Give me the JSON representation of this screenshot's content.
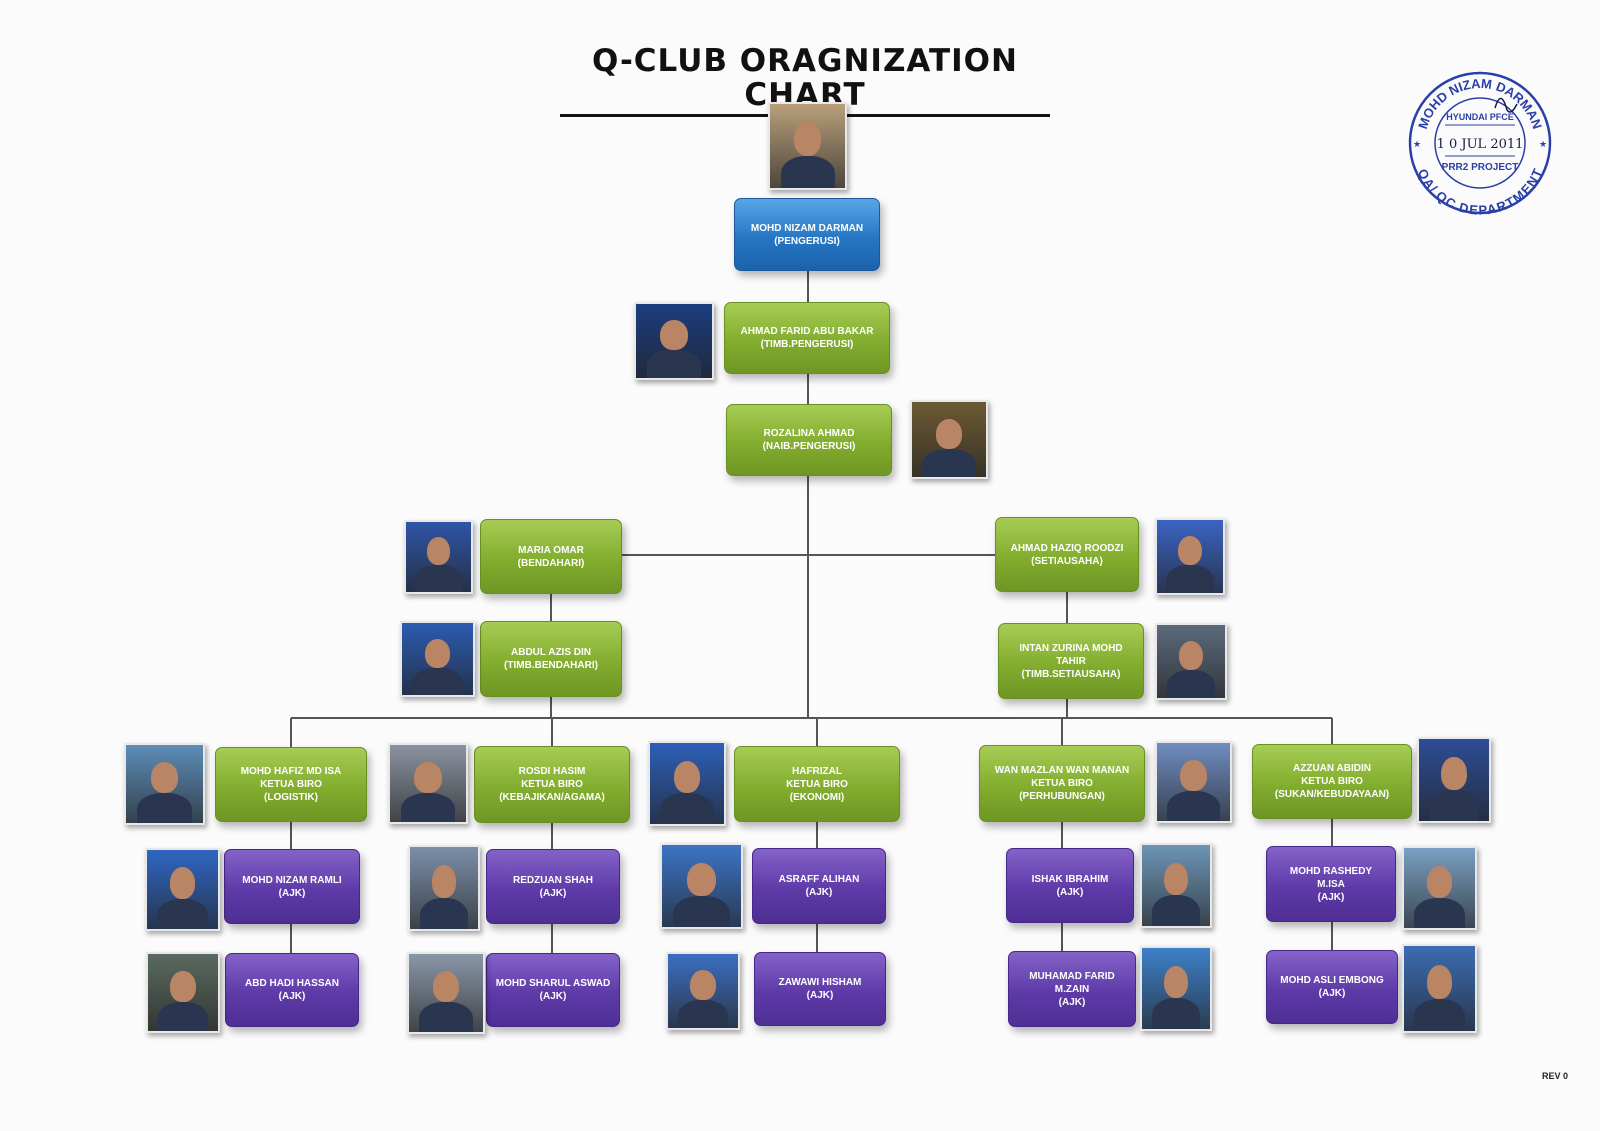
{
  "title": "Q-CLUB ORAGNIZATION CHART",
  "stamp": {
    "top_text": "MOHD NIZAM DARMAN",
    "bottom_text": "QA/ QC DEPARTMENT",
    "company": "HYUNDAI PFCE",
    "date": "1 0 JUL 2011",
    "project": "PRR2 PROJECT",
    "color": "#2a3fa8"
  },
  "revision": "REV 0",
  "colors": {
    "chair": "#2776c4",
    "officer": "#82ad2e",
    "committee": "#5e3aa8",
    "connector": "#555555"
  },
  "nodes": [
    {
      "id": "chair",
      "lines": [
        "MOHD NIZAM DARMAN",
        "(PENGERUSI)"
      ],
      "kind": "blue",
      "photo": "photo-chairman"
    },
    {
      "id": "vchair",
      "lines": [
        "AHMAD FARID ABU BAKAR",
        "(TIMB.PENGERUSI)"
      ],
      "kind": "green",
      "photo": "photo-vice-chairman"
    },
    {
      "id": "naib",
      "lines": [
        "ROZALINA AHMAD",
        "(NAIB.PENGERUSI)"
      ],
      "kind": "green",
      "photo": "photo-naib-pengerusi"
    },
    {
      "id": "bend",
      "lines": [
        "MARIA OMAR",
        "(BENDAHARI)"
      ],
      "kind": "green",
      "photo": "photo-bendahari"
    },
    {
      "id": "setia",
      "lines": [
        "AHMAD HAZIQ ROODZI",
        "(SETIAUSAHA)"
      ],
      "kind": "green",
      "photo": "photo-setiausaha"
    },
    {
      "id": "tbend",
      "lines": [
        "ABDUL AZIS DIN",
        "(TIMB.BENDAHARI)"
      ],
      "kind": "green",
      "photo": "photo-timb-bendahari"
    },
    {
      "id": "tsetia",
      "lines": [
        "INTAN ZURINA MOHD",
        "TAHIR",
        "(TIMB.SETIAUSAHA)"
      ],
      "kind": "green",
      "photo": "photo-timb-setiausaha"
    },
    {
      "id": "b1",
      "lines": [
        "MOHD HAFIZ MD ISA",
        "KETUA BIRO",
        "(LOGISTIK)"
      ],
      "kind": "green",
      "photo": "photo-biro-logistik"
    },
    {
      "id": "b2",
      "lines": [
        "ROSDI HASIM",
        "KETUA BIRO",
        "(KEBAJIKAN/AGAMA)"
      ],
      "kind": "green",
      "photo": "photo-biro-kebajikan"
    },
    {
      "id": "b3",
      "lines": [
        "HAFRIZAL",
        "KETUA BIRO",
        "(EKONOMI)"
      ],
      "kind": "green",
      "photo": "photo-biro-ekonomi"
    },
    {
      "id": "b4",
      "lines": [
        "WAN MAZLAN WAN MANAN",
        "KETUA BIRO",
        "(PERHUBUNGAN)"
      ],
      "kind": "green",
      "photo": "photo-biro-perhubungan"
    },
    {
      "id": "b5",
      "lines": [
        "AZZUAN ABIDIN",
        "KETUA BIRO",
        "(SUKAN/KEBUDAYAAN)"
      ],
      "kind": "green",
      "photo": "photo-biro-sukan"
    },
    {
      "id": "a11",
      "lines": [
        "MOHD NIZAM RAMLI",
        "(AJK)"
      ],
      "kind": "purple",
      "photo": "photo-ajk"
    },
    {
      "id": "a21",
      "lines": [
        "REDZUAN SHAH",
        "(AJK)"
      ],
      "kind": "purple",
      "photo": "photo-ajk"
    },
    {
      "id": "a31",
      "lines": [
        "ASRAFF ALIHAN",
        "(AJK)"
      ],
      "kind": "purple",
      "photo": "photo-ajk"
    },
    {
      "id": "a41",
      "lines": [
        "ISHAK IBRAHIM",
        "(AJK)"
      ],
      "kind": "purple",
      "photo": "photo-ajk"
    },
    {
      "id": "a51",
      "lines": [
        "MOHD RASHEDY M.ISA",
        "(AJK)"
      ],
      "kind": "purple",
      "photo": "photo-ajk"
    },
    {
      "id": "a12",
      "lines": [
        "ABD HADI HASSAN",
        "(AJK)"
      ],
      "kind": "purple",
      "photo": "photo-ajk"
    },
    {
      "id": "a22",
      "lines": [
        "MOHD SHARUL ASWAD",
        "(AJK)"
      ],
      "kind": "purple",
      "photo": "photo-ajk"
    },
    {
      "id": "a32",
      "lines": [
        "ZAWAWI HISHAM",
        "(AJK)"
      ],
      "kind": "purple",
      "photo": "photo-ajk"
    },
    {
      "id": "a42",
      "lines": [
        "MUHAMAD FARID",
        "M.ZAIN",
        "(AJK)"
      ],
      "kind": "purple",
      "photo": "photo-ajk"
    },
    {
      "id": "a52",
      "lines": [
        "MOHD ASLI EMBONG",
        "(AJK)"
      ],
      "kind": "purple",
      "photo": "photo-ajk"
    }
  ],
  "edges": [
    [
      "chair",
      "vchair"
    ],
    [
      "vchair",
      "naib"
    ],
    [
      "naib",
      "bend"
    ],
    [
      "naib",
      "setia"
    ],
    [
      "bend",
      "tbend"
    ],
    [
      "setia",
      "tsetia"
    ],
    [
      "naib",
      "b1"
    ],
    [
      "naib",
      "b2"
    ],
    [
      "naib",
      "b3"
    ],
    [
      "naib",
      "b4"
    ],
    [
      "naib",
      "b5"
    ],
    [
      "b1",
      "a11"
    ],
    [
      "a11",
      "a12"
    ],
    [
      "b2",
      "a21"
    ],
    [
      "a21",
      "a22"
    ],
    [
      "b3",
      "a31"
    ],
    [
      "a31",
      "a32"
    ],
    [
      "b4",
      "a41"
    ],
    [
      "a41",
      "a42"
    ],
    [
      "b5",
      "a51"
    ],
    [
      "a51",
      "a52"
    ]
  ]
}
